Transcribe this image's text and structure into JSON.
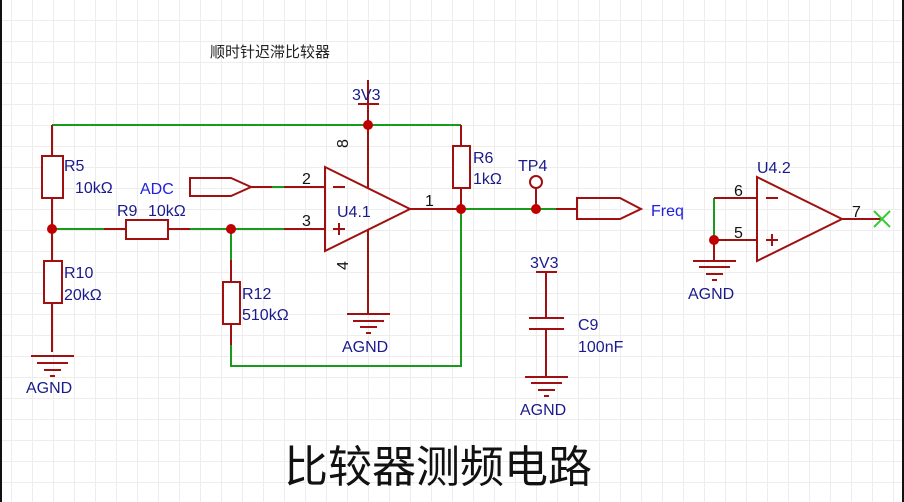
{
  "schematic": {
    "subtitle": "顺时针迟滞比较器",
    "title": "比较器测频电路",
    "components": {
      "R5": {
        "ref": "R5",
        "value": "10kΩ"
      },
      "R9": {
        "ref": "R9",
        "value": "10kΩ"
      },
      "R10": {
        "ref": "R10",
        "value": "20kΩ"
      },
      "R12": {
        "ref": "R12",
        "value": "510kΩ"
      },
      "R6": {
        "ref": "R6",
        "value": "1kΩ"
      },
      "C9": {
        "ref": "C9",
        "value": "100nF"
      },
      "U41": {
        "ref": "U4.1",
        "pins": {
          "out": "1",
          "inv": "2",
          "noninv": "3",
          "gnd": "4",
          "vcc": "8"
        }
      },
      "U42": {
        "ref": "U4.2",
        "pins": {
          "inv": "6",
          "noninv": "5",
          "out": "7"
        }
      },
      "TP4": {
        "ref": "TP4"
      }
    },
    "nets": {
      "vcc_main": "3V3",
      "vcc_cap": "3V3",
      "gnd_r10": "AGND",
      "gnd_u41": "AGND",
      "gnd_c9": "AGND",
      "gnd_u42": "AGND",
      "adc": "ADC",
      "freq": "Freq"
    },
    "signs": {
      "minus": "−",
      "plus": "+"
    },
    "colors": {
      "wire": "#1a9a1a",
      "symbol": "#a01010",
      "junction": "#c00000",
      "label": "#1a1a8c",
      "net_label": "#2020e0",
      "no_connect": "#33cc33"
    }
  }
}
